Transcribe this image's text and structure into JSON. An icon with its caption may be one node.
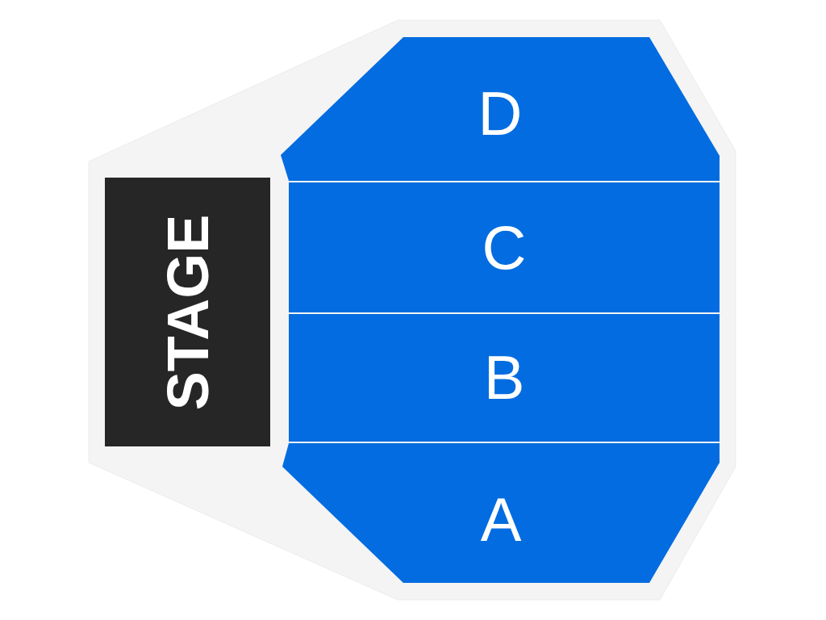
{
  "diagram": {
    "nodes": [
      {
        "text": [
          "D"
        ]
      },
      {
        "text": [
          "STAGE"
        ]
      },
      {
        "text": [
          "C"
        ]
      },
      {
        "text": [
          "B"
        ]
      },
      {
        "text": [
          "A"
        ]
      }
    ]
  }
}
